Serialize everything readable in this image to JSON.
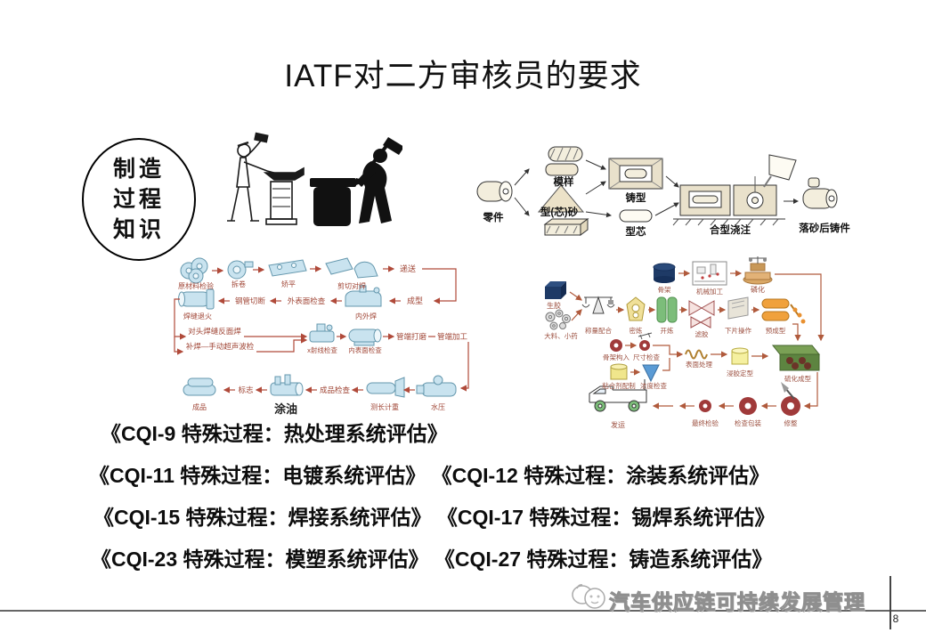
{
  "slide": {
    "title": "IATF对二方审核员的要求",
    "page_number": "8",
    "footer_brand": "汽车供应链可持续发展管理"
  },
  "knowledge_badge": {
    "lines": [
      "制造",
      "过程",
      "知识"
    ]
  },
  "casting_flow": {
    "steps": [
      "零件",
      "模样",
      "型(芯)砂",
      "铸型",
      "型芯",
      "合型浇注",
      "落砂后铸件"
    ]
  },
  "pipe_flow": {
    "row1": [
      "原材料检验",
      "拆卷",
      "矫平",
      "剪切对焊",
      "递送"
    ],
    "row2": [
      "焊缝退火",
      "钢管切断",
      "外表面检查",
      "内外焊",
      "成型"
    ],
    "row3": [
      "对头焊缝反面焊",
      "补焊—手动超声波检",
      "x射线检查",
      "内表面检查",
      "管端打磨",
      "管端加工"
    ],
    "row4": [
      "成品",
      "标志",
      "涂油",
      "成品检查",
      "测长计重",
      "水压"
    ]
  },
  "rubber_flow": {
    "top_row": [
      "骨架",
      "机械加工",
      "磷化"
    ],
    "main_row": [
      "生胶",
      "大料、小药",
      "称量配合",
      "密炼",
      "开炼",
      "滤胶",
      "下片操作",
      "预成型"
    ],
    "mid_row": [
      "骨架构入",
      "尺寸检查",
      "粘合剂配制",
      "浓度检查",
      "表面处理",
      "浸胶定型",
      "硫化成型"
    ],
    "bottom_row": [
      "修整",
      "检查包装",
      "最终检验",
      "发运"
    ]
  },
  "cqi": {
    "lines": [
      "《CQI-9 特殊过程：热处理系统评估》",
      "《CQI-11 特殊过程：电镀系统评估》 《CQI-12 特殊过程：涂装系统评估》",
      "《CQI-15 特殊过程：焊接系统评估》 《CQI-17 特殊过程：锡焊系统评估》",
      "《CQI-23 特殊过程：模塑系统评估》 《CQI-27 特殊过程：铸造系统评估》"
    ]
  },
  "colors": {
    "pipe_flow_label": "#a04636",
    "pipe_flow_icon": "#c9e3ef",
    "rubber_flow_label": "#9c5040",
    "flow_arrow": "#b05a3c",
    "title_text": "#111111"
  }
}
